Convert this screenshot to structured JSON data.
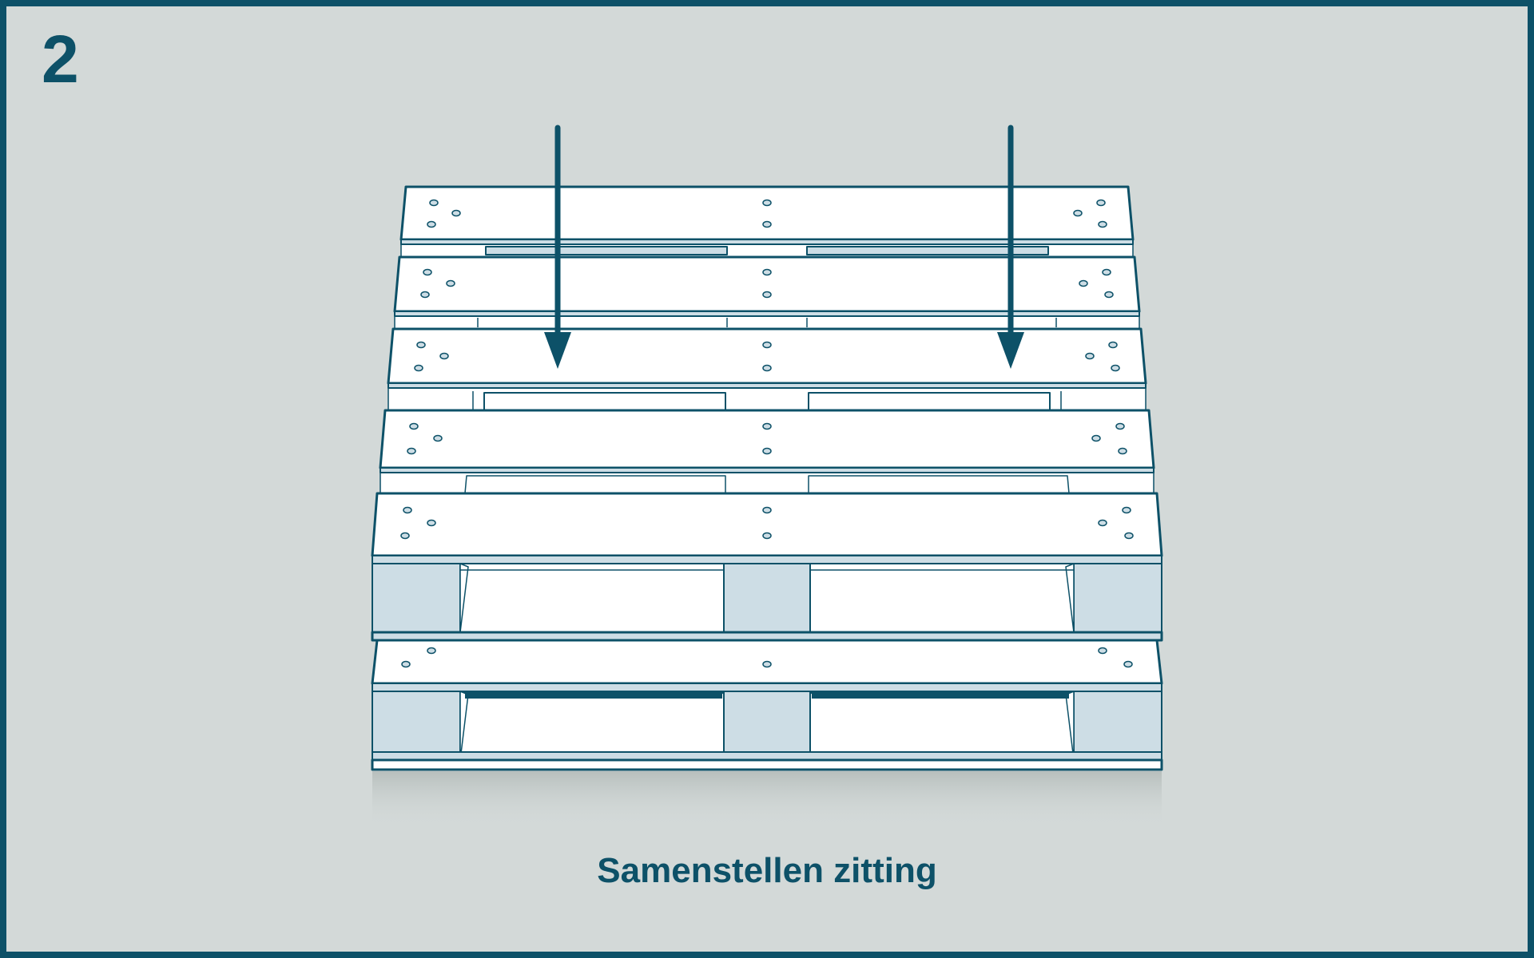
{
  "step": {
    "number": "2"
  },
  "caption": {
    "text": "Samenstellen zitting"
  },
  "colors": {
    "stroke": "#0d5168",
    "background": "#d3d9d8",
    "board": "#ffffff",
    "block": "#cddde5",
    "arrow": "#0d5168"
  },
  "illustration": {
    "subject": "stacked pallets",
    "top_pallet_boards": 5,
    "bottom_pallet_visible": true,
    "arrows": 2,
    "arrow_direction": "down"
  }
}
